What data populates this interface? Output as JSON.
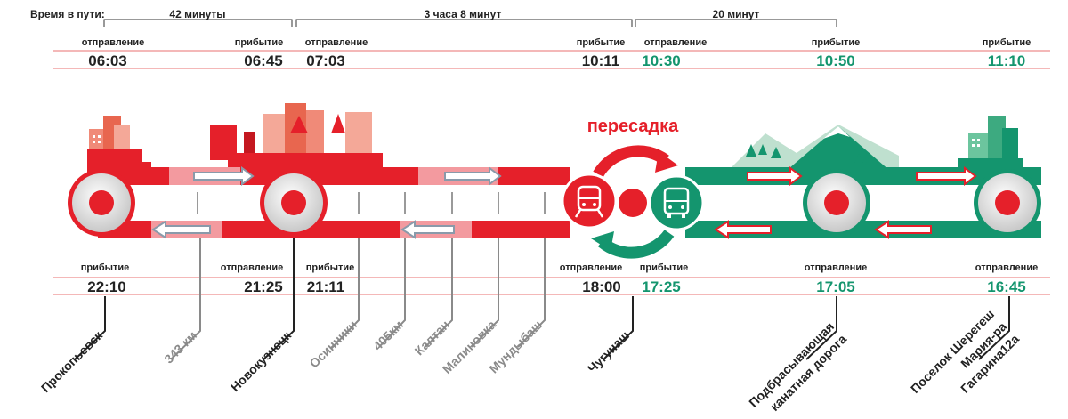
{
  "travel_time": {
    "caption": "Время в пути:",
    "segments": [
      "42 минуты",
      "3 часа 8 минут",
      "20 минут"
    ]
  },
  "transfer_label": "пересадка",
  "captions": {
    "departure": "отправление",
    "arrival": "прибытие"
  },
  "top_times": [
    "06:03",
    "06:45",
    "07:03",
    "10:11",
    "10:30",
    "10:50",
    "11:10"
  ],
  "bottom_times": [
    "22:10",
    "21:25",
    "21:11",
    "18:00",
    "17:25",
    "17:05",
    "16:45"
  ],
  "stations": [
    {
      "name": "Прокопьевск",
      "major": true
    },
    {
      "name": "343 км",
      "major": false
    },
    {
      "name": "Новокузнецк",
      "major": true
    },
    {
      "name": "Осинники",
      "major": false
    },
    {
      "name": "405км",
      "major": false
    },
    {
      "name": "Калтан",
      "major": false
    },
    {
      "name": "Малиновка",
      "major": false
    },
    {
      "name": "Мундыбаш",
      "major": false
    },
    {
      "name": "Чугунаш",
      "major": true
    },
    {
      "name": "Подбрасывающая",
      "major": true
    },
    {
      "name": "канатная дорога",
      "major": true
    },
    {
      "name": "Поселок Шерегеш",
      "major": true
    },
    {
      "name": "Мария-ра",
      "major": true
    },
    {
      "name": "Гагарина12а",
      "major": true
    }
  ],
  "colors": {
    "red": "#e5202a",
    "green": "#14956e",
    "grey_arrow": "#8a9aaa",
    "pink_line": "#f0a0a0"
  },
  "icons": {
    "train": "train-icon",
    "bus": "bus-icon"
  }
}
